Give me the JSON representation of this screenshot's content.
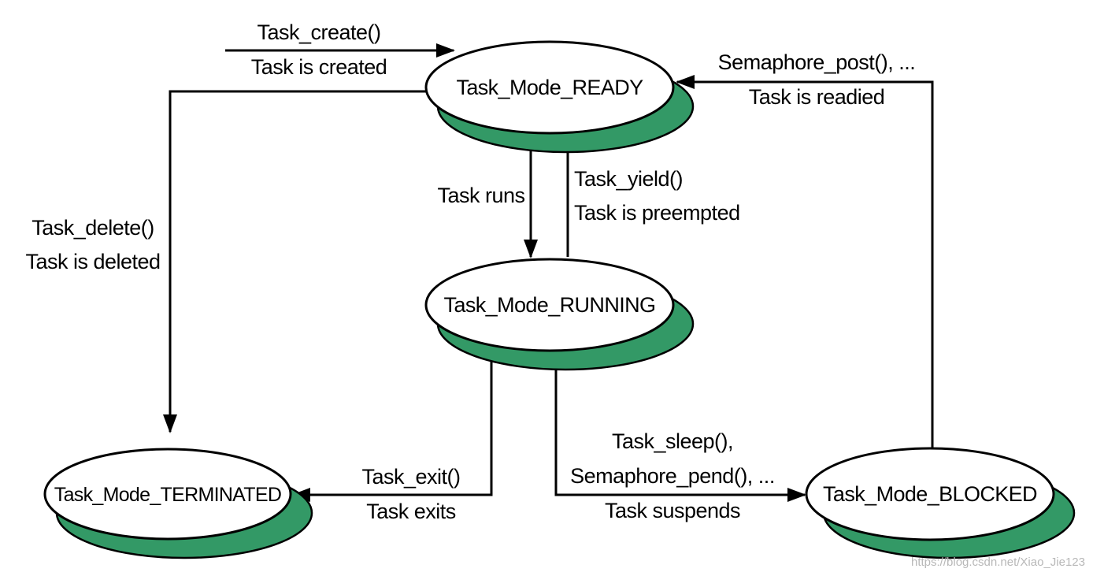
{
  "colors": {
    "shadow": "#339966",
    "node_fill": "#ffffff",
    "line": "#000000"
  },
  "states": {
    "ready": "Task_Mode_READY",
    "running": "Task_Mode_RUNNING",
    "terminated": "Task_Mode_TERMINATED",
    "blocked": "Task_Mode_BLOCKED"
  },
  "transitions": {
    "create": {
      "call": "Task_create()",
      "desc": "Task is created"
    },
    "delete": {
      "call": "Task_delete()",
      "desc": "Task is deleted"
    },
    "runs": {
      "desc": "Task runs"
    },
    "yield": {
      "call": "Task_yield()",
      "desc": "Task is preempted"
    },
    "readied": {
      "call": "Semaphore_post(), ...",
      "desc": "Task is readied"
    },
    "exit": {
      "call": "Task_exit()",
      "desc": "Task exits"
    },
    "suspend": {
      "call1": "Task_sleep(),",
      "call2": "Semaphore_pend(), ...",
      "desc": "Task suspends"
    }
  },
  "watermark": "https://blog.csdn.net/Xiao_Jie123"
}
